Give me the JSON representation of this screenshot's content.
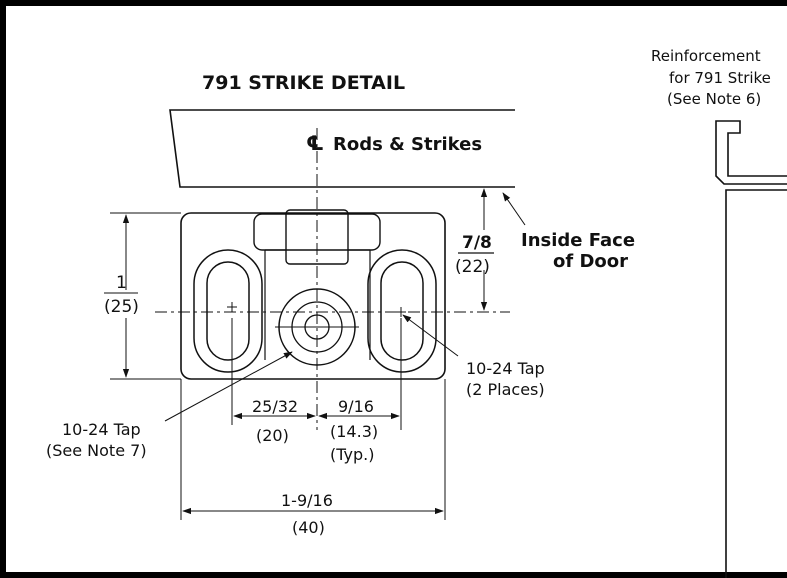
{
  "title": "791 STRIKE DETAIL",
  "centerline_symbol": "℄",
  "rods_label": "Rods & Strikes",
  "inside_face": {
    "line1": "Inside Face",
    "line2": "of Door"
  },
  "offset_dim": {
    "fraction": "7/8",
    "metric": "(22)"
  },
  "height_dim": {
    "fraction": "1",
    "metric": "(25)"
  },
  "tap_right": {
    "line1": "10-24 Tap",
    "line2": "(2 Places)"
  },
  "tap_left": {
    "line1": "10-24 Tap",
    "line2": "(See Note 7)"
  },
  "dim_25_32": {
    "fraction": "25/32",
    "metric": "(20)"
  },
  "dim_9_16": {
    "fraction": "9/16",
    "metric": "(14.3)",
    "note": "(Typ.)"
  },
  "dim_total": {
    "fraction": "1-9/16",
    "metric": "(40)"
  },
  "reinforcement": {
    "line1": "Reinforcement",
    "line2": "for 791 Strike",
    "line3": "(See Note 6)"
  }
}
